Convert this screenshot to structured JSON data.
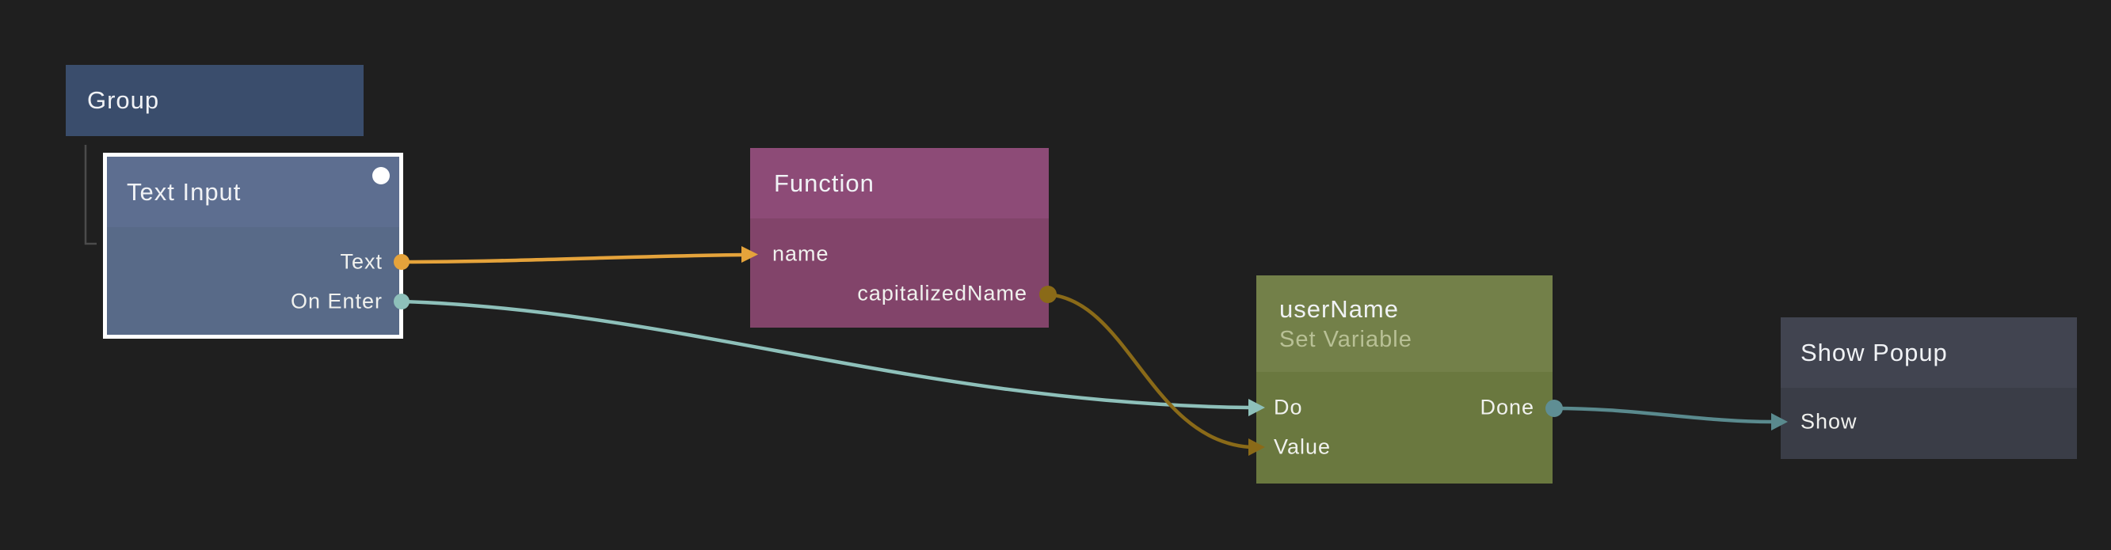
{
  "canvas": {
    "background": "#1f1f1f",
    "group_child_line_color": "#4b4b4b"
  },
  "nodes": {
    "group": {
      "title": "Group",
      "color": "#3a4d6c"
    },
    "textInput": {
      "title": "Text Input",
      "selected": true,
      "selection_border_color": "#ffffff",
      "header_color": "#5d6e90",
      "body_color": "#586a88",
      "outputs": {
        "text": {
          "label": "Text",
          "color": "#e5a33b"
        },
        "onEnter": {
          "label": "On Enter",
          "color": "#8ec0ba"
        }
      }
    },
    "function": {
      "title": "Function",
      "header_color": "#8d4b77",
      "body_color": "#82446a",
      "inputs": {
        "name": {
          "label": "name",
          "color": "#e5a33b"
        }
      },
      "outputs": {
        "capitalizedName": {
          "label": "capitalizedName",
          "color": "#8a6a18"
        }
      }
    },
    "setVariable": {
      "title": "userName",
      "subtitle": "Set Variable",
      "header_color": "#738049",
      "body_color": "#6a783f",
      "inputs": {
        "do": {
          "label": "Do",
          "color": "#8ec0ba"
        },
        "value": {
          "label": "Value",
          "color": "#8a6a18"
        }
      },
      "outputs": {
        "done": {
          "label": "Done",
          "color": "#5f8e94"
        }
      }
    },
    "showPopup": {
      "title": "Show Popup",
      "header_color": "#414450",
      "body_color": "#3a3d47",
      "inputs": {
        "show": {
          "label": "Show",
          "color": "#5a8a8e"
        }
      }
    }
  },
  "connections": {
    "textToName": {
      "from": "Text Input / Text",
      "to": "Function / name",
      "color": "#e5a33b"
    },
    "onEnterToDo": {
      "from": "Text Input / On Enter",
      "to": "userName / Do",
      "color": "#8ec0ba"
    },
    "capitalizedNameToValue": {
      "from": "Function / capitalizedName",
      "to": "userName / Value",
      "color": "#8a6a18"
    },
    "doneToShow": {
      "from": "userName / Done",
      "to": "Show Popup / Show",
      "color": "#5a8a8e"
    }
  }
}
